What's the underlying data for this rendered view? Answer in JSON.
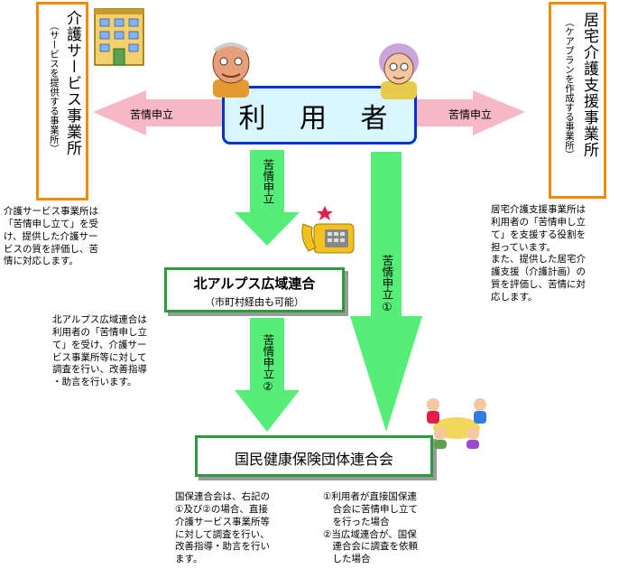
{
  "user_box": {
    "label": "利 用 者"
  },
  "left_office": {
    "title": "介護サービス事業所",
    "subtitle": "（サービスを提供する事業所）",
    "note": "介護サービス事業所は\n「苦情申し立て」を受\nけ、提供した介護サー\nビスの質を評価し、苦\n情に対応します。"
  },
  "right_office": {
    "title": "居宅介護支援事業所",
    "subtitle": "（ケアプランを作成する事業所）",
    "note": "居宅介護支援事業所は\n利用者の「苦情申し立\nて」を支援する役割を\n担っています。\nまた、提供した居宅介\n護支援（介護計画）の\n質を評価し、苦情に対\n応します。"
  },
  "arrows": {
    "left_label": "苦情申立",
    "right_label": "苦情申立",
    "down1_label": "苦情申立",
    "down2_label": "苦情申立②",
    "down_direct_label": "苦情申立①"
  },
  "kita_alps": {
    "title": "北アルプス広域連合",
    "subtitle": "（市町村経由も可能）",
    "note": "北アルプス広域連合は\n利用者の「苦情申し立\nて」を受け、介護サー\nビス事業所等に対して\n調査を行い、改善指導\n・助言を行います。"
  },
  "kokuho": {
    "title": "国民健康保険団体連合会",
    "note_left": "国保連合会は、右記の\n①及び②の場合、直接\n介護サービス事業所等\nに対して調査を行い、\n改善指導・助言を行い\nます。",
    "note_right": "①利用者が直接国保連\n　合会に苦情申し立て\n　を行った場合\n②当広域連合が、国保\n　連合会に調査を依頼\n　した場合"
  },
  "colors": {
    "orange": "#f08a00",
    "pink_arrow": "#f6b8c4",
    "green_arrow": "#55ee77",
    "green_border": "#2f9a3b",
    "blue_border": "#0033cc",
    "user_fill": "#d9f5ff"
  },
  "icons": [
    "building-icon",
    "grandpa-icon",
    "grandma-icon",
    "telephone-icon",
    "meeting-people-icon"
  ]
}
